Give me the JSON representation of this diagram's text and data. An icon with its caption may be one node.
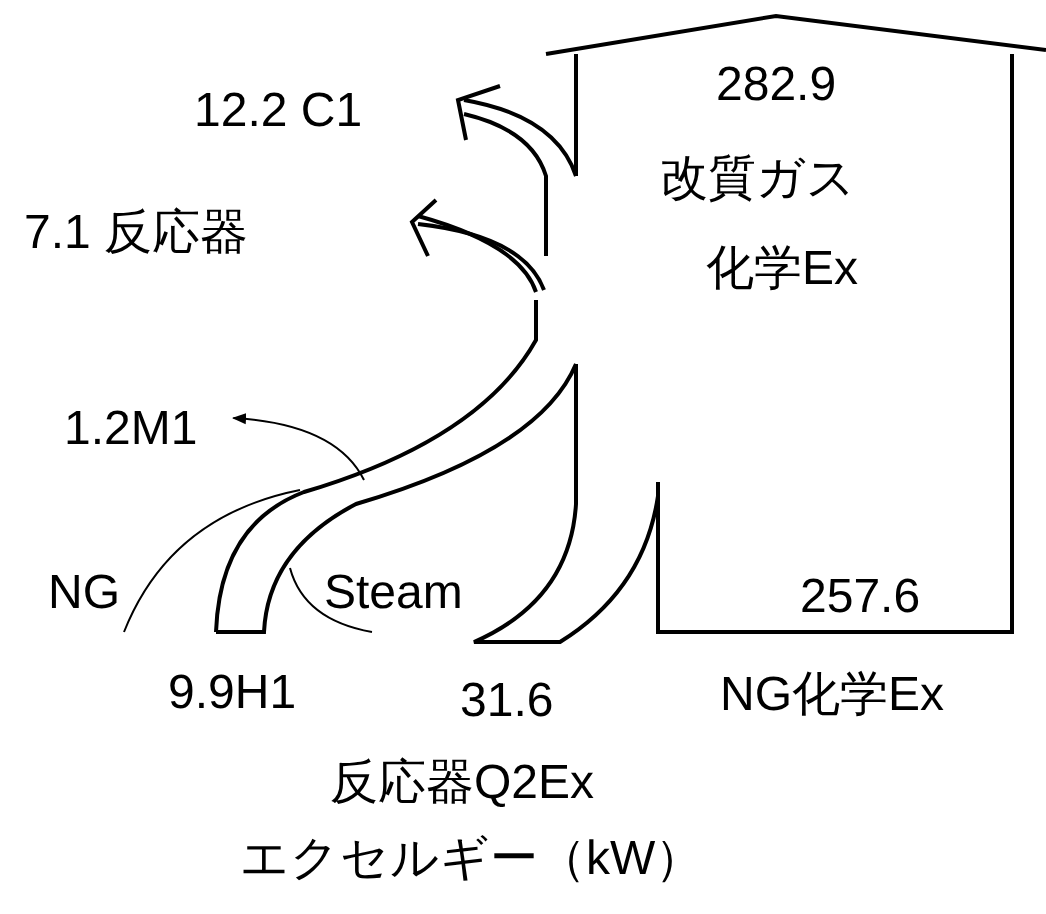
{
  "diagram": {
    "nodes": [
      {
        "text": [
          "NG"
        ]
      },
      {
        "text": [
          "Steam"
        ]
      },
      {
        "text": [
          "1.2M1"
        ]
      }
    ],
    "edges": [
      {
        "from": 0,
        "to": null,
        "arrow": "none"
      },
      {
        "from": 1,
        "to": null,
        "arrow": "none"
      },
      {
        "from": null,
        "to": 2,
        "arrow": "to"
      }
    ],
    "labels": [
      "12.2 C1",
      "7.1 反応器",
      "282.9",
      "改質ガス",
      "化学Ex",
      "257.6",
      "9.9H1",
      "31.6",
      "NG化学Ex",
      "反応器Q2Ex",
      "エクセルギー（kW）"
    ]
  }
}
